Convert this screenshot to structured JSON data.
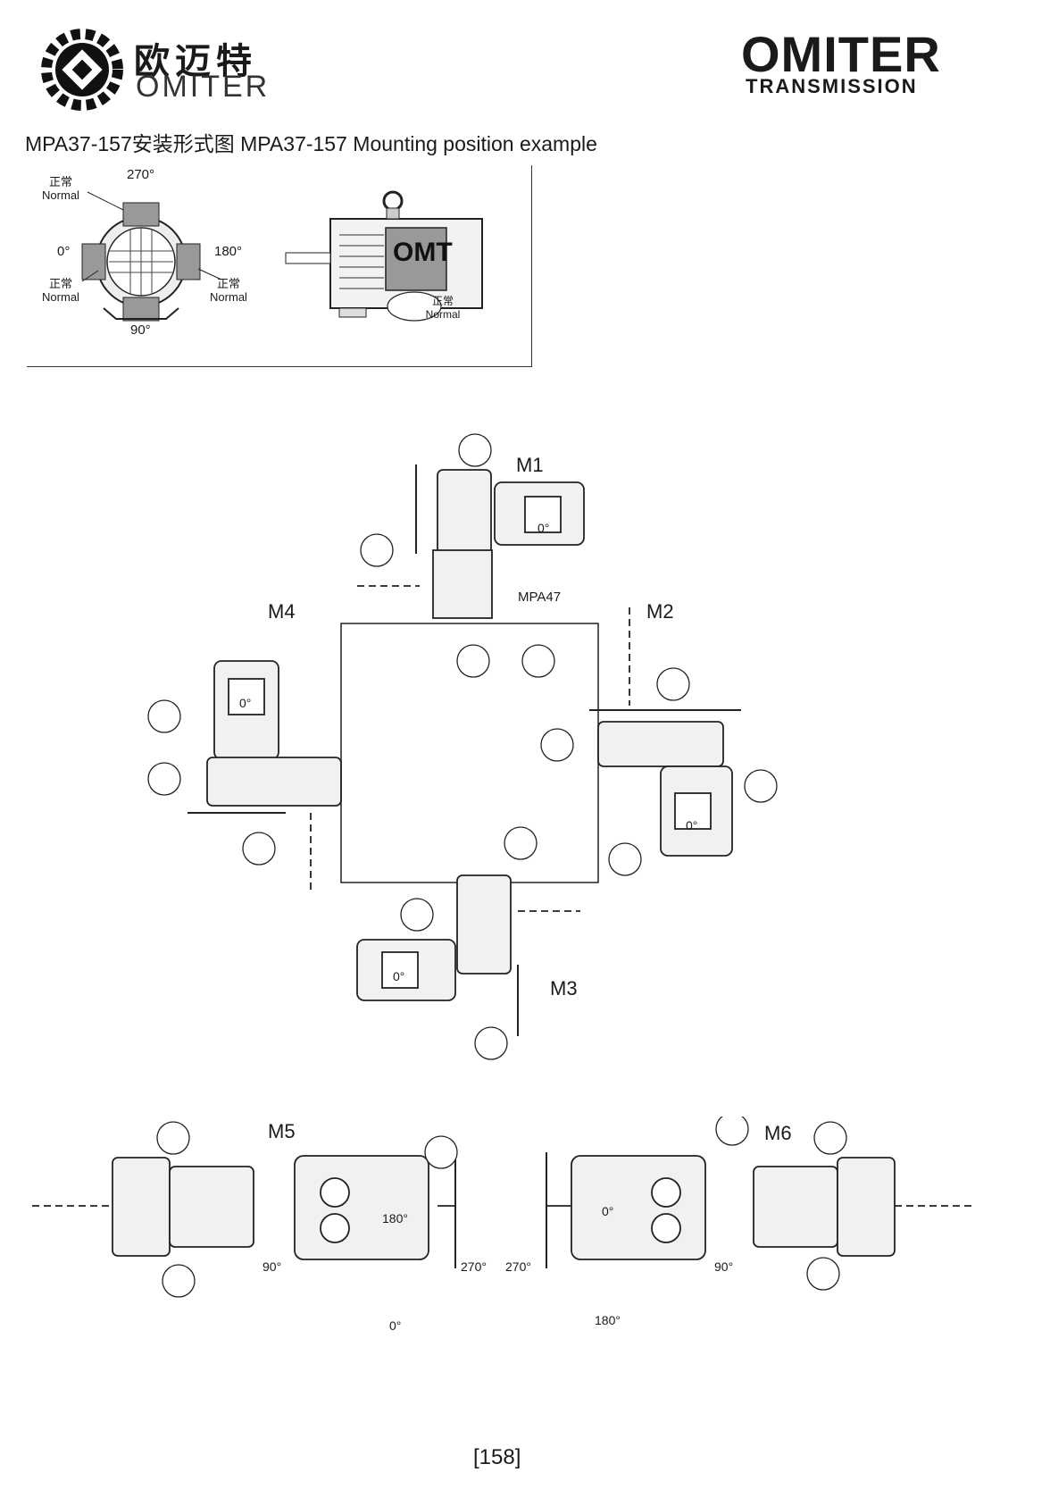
{
  "header": {
    "brand_cn": "欧迈特",
    "brand_en": "OMITER",
    "right_brand": "OMITER",
    "right_brand_sub": "TRANSMISSION"
  },
  "page_title": "MPA37-157安装形式图  MPA37-157 Mounting position example",
  "terminal_box": {
    "angle_270": "270°",
    "angle_0": "0°",
    "angle_180": "180°",
    "angle_90": "90°",
    "normal_top_cn": "正常",
    "normal_top_en": "Normal",
    "normal_left_cn": "正常",
    "normal_left_en": "Normal",
    "normal_right_cn": "正常",
    "normal_right_en": "Normal"
  },
  "motor_side": {
    "plate_text": "OMT",
    "normal_cn": "正常",
    "normal_en": "Normal"
  },
  "positions": {
    "m1": "M1",
    "m2": "M2",
    "m3": "M3",
    "m4": "M4",
    "m5": "M5",
    "m6": "M6",
    "model": "MPA47",
    "motor_m1": "0°",
    "motor_m2": "0°",
    "motor_m3": "0°",
    "motor_m4": "0°"
  },
  "m5_angles": {
    "a90": "90°",
    "a180": "180°",
    "a270": "270°",
    "a0": "0°"
  },
  "m6_angles": {
    "a0": "0°",
    "a270": "270°",
    "a180": "180°",
    "a90": "90°"
  },
  "page_number": "158"
}
